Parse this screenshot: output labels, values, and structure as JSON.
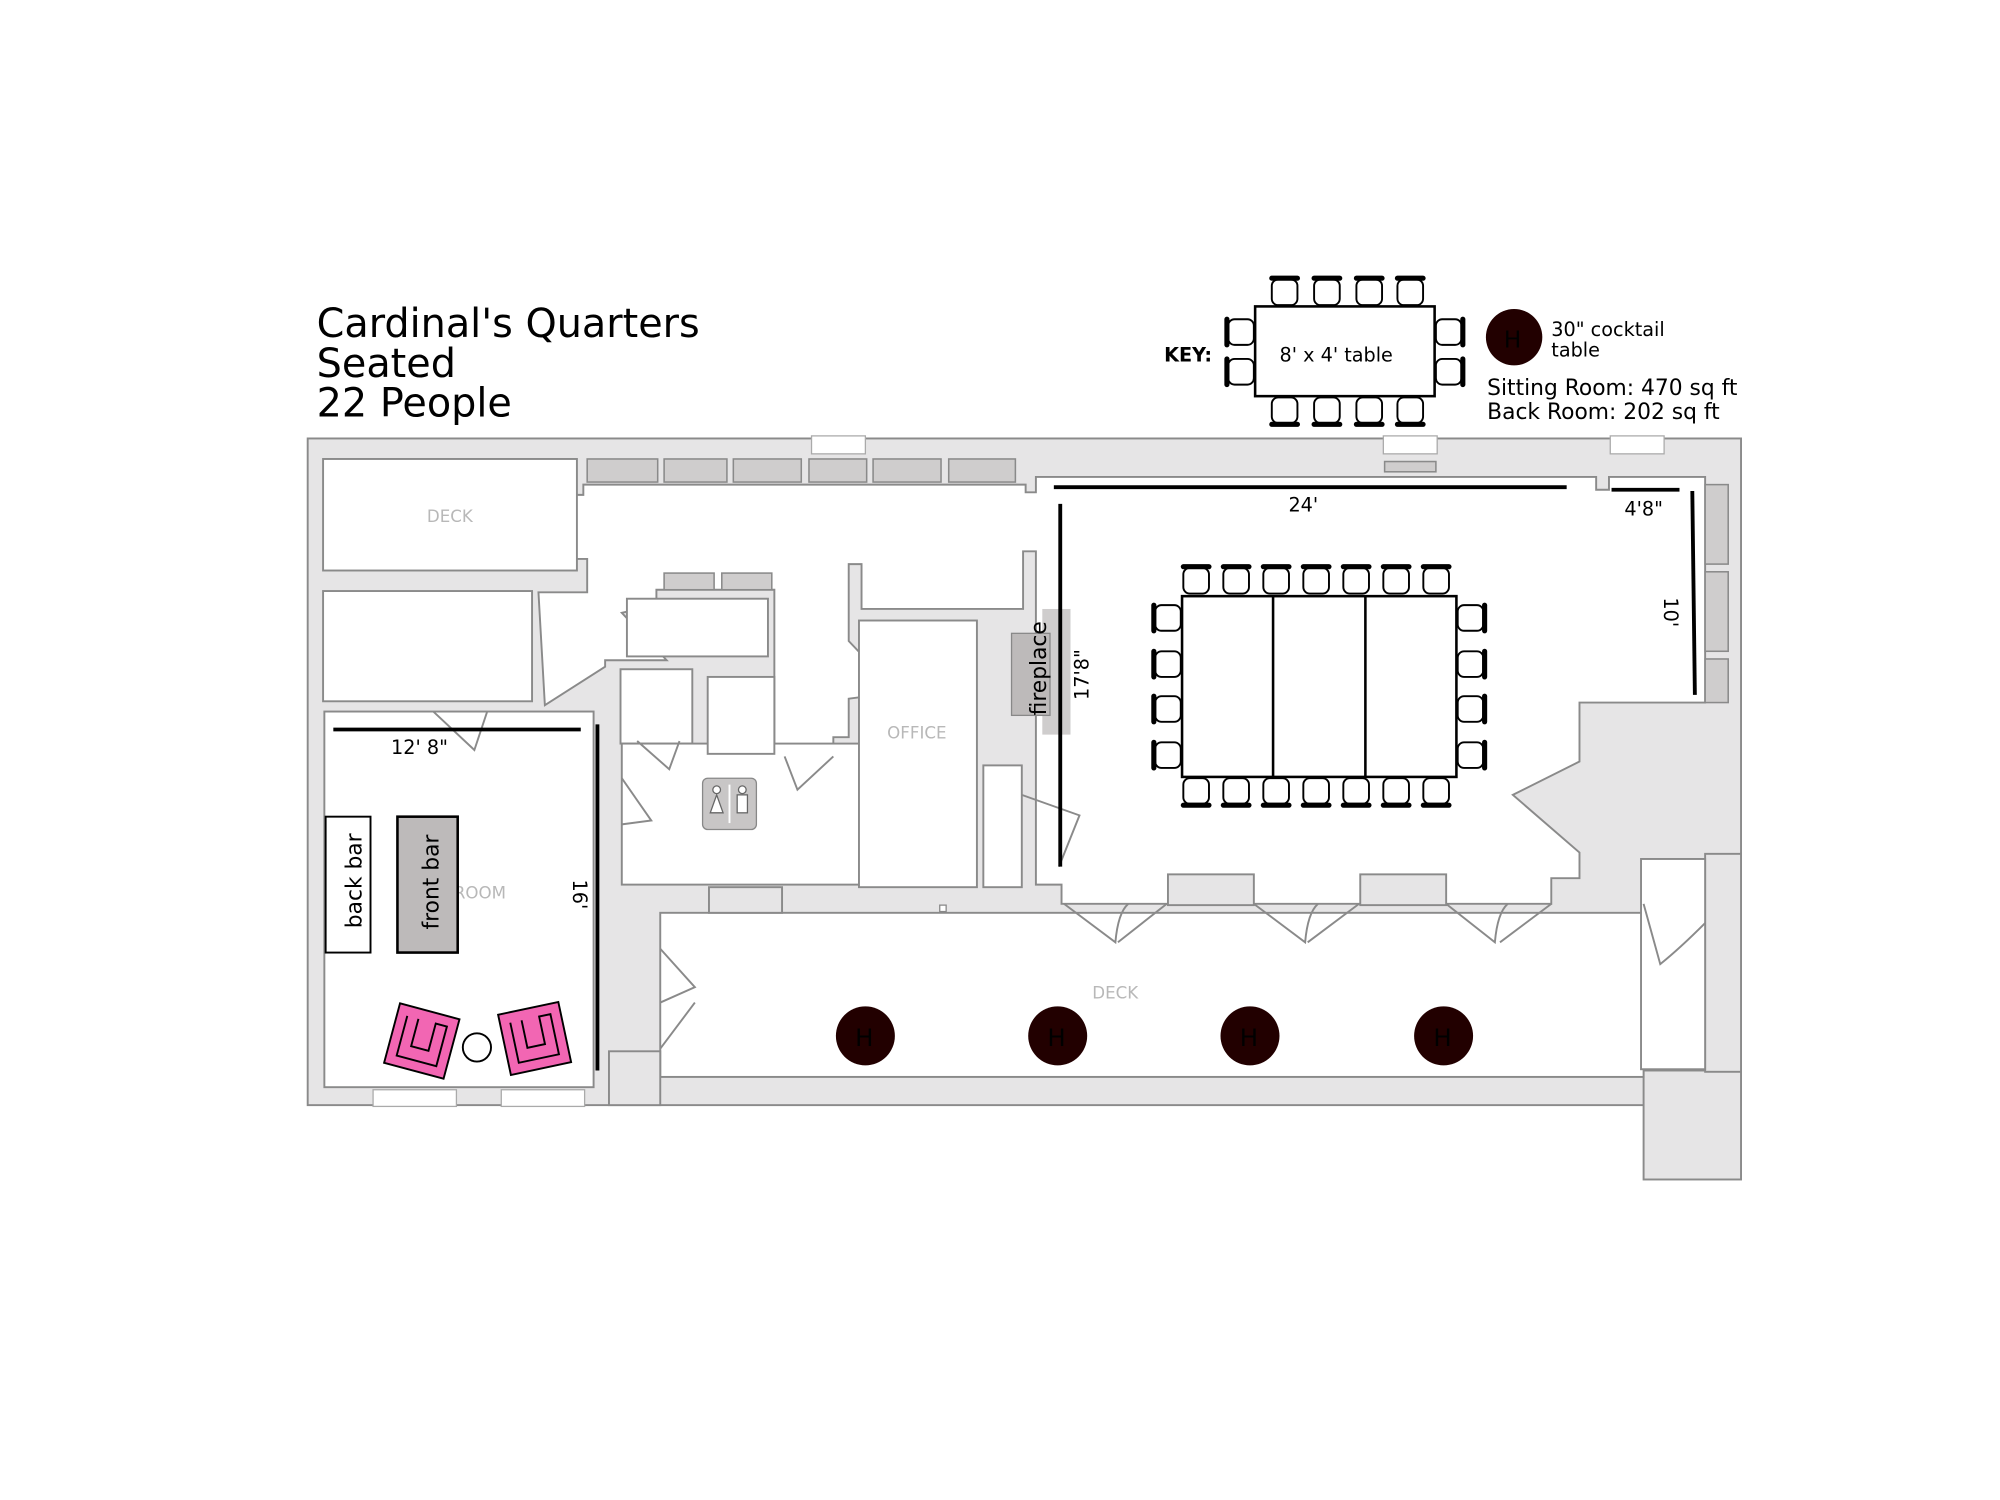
{
  "title": {
    "line1": "Cardinal's Quarters",
    "line2": "Seated",
    "line3": "22 People"
  },
  "key": {
    "label": "KEY:",
    "table_label": "8' x 4' table",
    "cocktail_symbol": "H",
    "cocktail_line1": "30\" cocktail",
    "cocktail_line2": "table",
    "sitting_room": "Sitting Room: 470 sq ft",
    "back_room": "Back Room: 202 sq ft"
  },
  "rooms": {
    "deck_top": "DECK",
    "deck_bottom": "DECK",
    "office": "OFFICE",
    "back_room": "ROOM"
  },
  "furniture": {
    "back_bar": "back bar",
    "front_bar": "front bar",
    "fireplace": "fireplace",
    "cocktail_symbol": "H"
  },
  "dimensions": {
    "back_width": "12' 8\"",
    "back_length": "16'",
    "sit_width": "24'",
    "sit_height": "17'8\"",
    "alcove_width": "4'8\"",
    "alcove_height": "10'"
  },
  "colors": {
    "wall": "#e6e5e6",
    "armchair": "#f266b3",
    "cocktail": "#220000"
  }
}
